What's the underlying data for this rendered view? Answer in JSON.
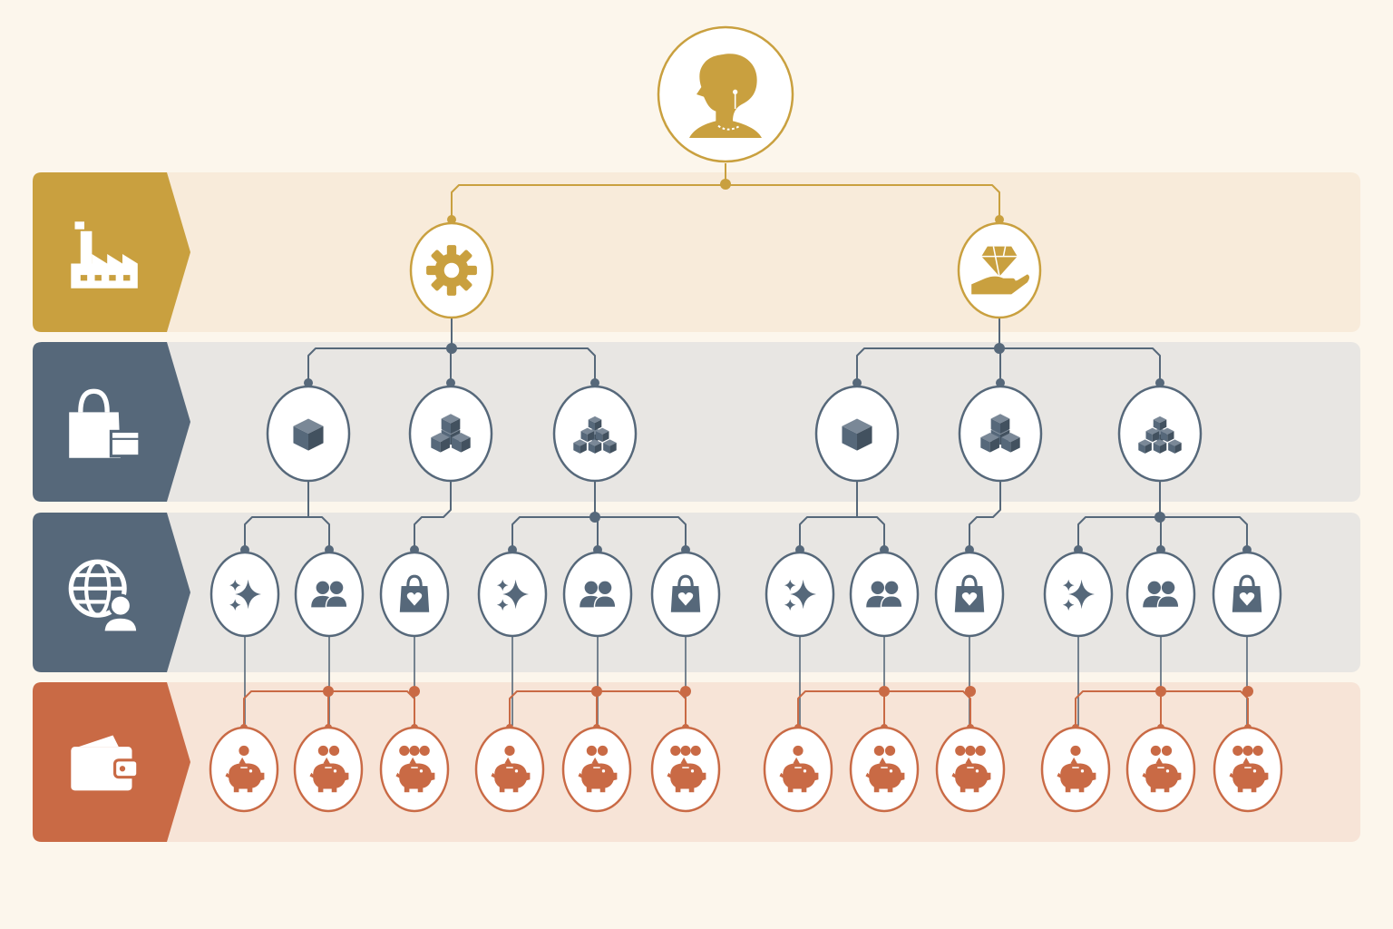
{
  "colors": {
    "background": "#fcf6ec",
    "gold": "#c9a03f",
    "slate": "#56687a",
    "terracotta": "#c96a45",
    "band_gold": "#f8ebda",
    "band_gray": "#e8e6e3",
    "band_terracotta": "#f7e4d7",
    "node_fill": "#ffffff"
  },
  "tiers": [
    {
      "name": "manufacturing",
      "icon": "factory-icon"
    },
    {
      "name": "distribution",
      "icon": "shopping-bags-icon"
    },
    {
      "name": "market-segments",
      "icon": "globe-person-icon"
    },
    {
      "name": "savings",
      "icon": "wallet-icon"
    }
  ],
  "root": {
    "icon": "woman-with-jewelry-icon"
  },
  "branches": [
    {
      "icon": "gear-icon"
    },
    {
      "icon": "diamond-hand-icon"
    }
  ],
  "product_icons": [
    "single-box-icon",
    "three-boxes-icon",
    "six-boxes-icon"
  ],
  "segment_icons": [
    "sparkles-icon",
    "people-icon",
    "shopping-bag-heart-icon"
  ],
  "savings_icons": [
    "piggy-bank-one-coin-icon",
    "piggy-bank-two-coins-icon",
    "piggy-bank-three-coins-icon"
  ]
}
